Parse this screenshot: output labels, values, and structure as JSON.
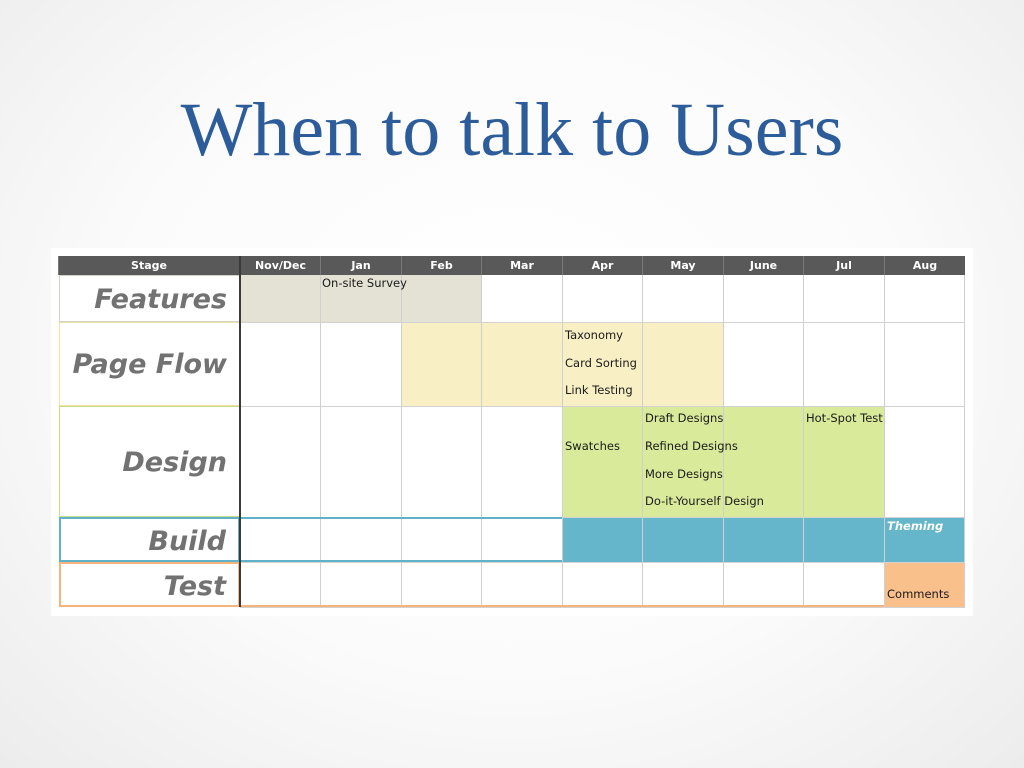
{
  "slide": {
    "title": "When to talk to Users"
  },
  "table": {
    "columns": [
      "Stage",
      "Nov/Dec",
      "Jan",
      "Feb",
      "Mar",
      "Apr",
      "May",
      "June",
      "Jul",
      "Aug"
    ],
    "stages": [
      "Features",
      "Page Flow",
      "Design",
      "Build",
      "Test"
    ],
    "activities": {
      "onsite_survey": "On-site Survey",
      "taxonomy": "Taxonomy",
      "card_sorting": "Card Sorting",
      "link_testing": "Link Testing",
      "swatches": "Swatches",
      "draft_designs": "Draft Designs",
      "refined_designs": "Refined Designs",
      "more_designs": "More Designs",
      "diy_design": "Do-it-Yourself Design",
      "hotspot_test": "Hot-Spot Test",
      "theming": "Theming",
      "comments": "Comments"
    },
    "colors": {
      "header": "#595959",
      "features": "#e4e2d5",
      "page_flow": "#f8f0c4",
      "design": "#d9ea9b",
      "build": "#65b6cb",
      "test": "#f9c08c"
    }
  }
}
